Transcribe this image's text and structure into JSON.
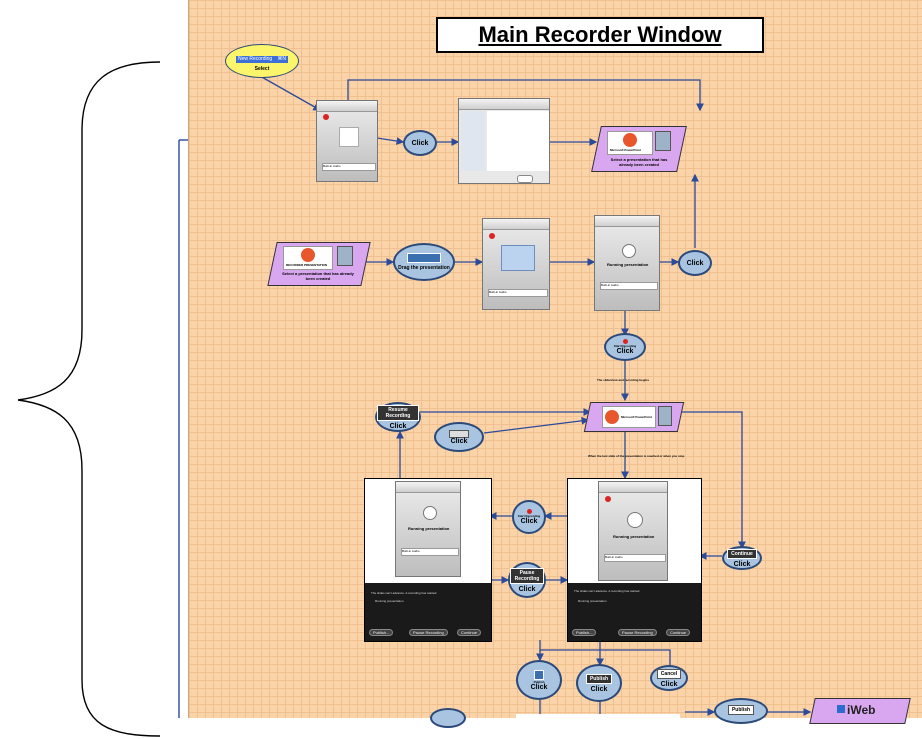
{
  "title": "Main Recorder Window",
  "start_ellipse": {
    "menu_label": "New Recording",
    "shortcut": "⌘N",
    "caption": "Select"
  },
  "click_label": "Click",
  "drag_label": "Drag the presentation",
  "select_presentation": "Select a presentation that has already been created",
  "running_presentation": "Running presentation",
  "ppt_label": "Microsoft PowerPoint",
  "recorder_ppt_label": "RECORDER PRESENTATION",
  "start_recording": "Start Recording",
  "pause_recording": "Pause Recording",
  "resume_recording": "Resume Recording",
  "continue": "Continue",
  "publish": "Publish",
  "cancel": "Cancel",
  "iweb": "iWeb",
  "note_started": "The slideshow and recording begins",
  "note_ends": "When the last slide of the presentation is reached or when you stop",
  "panel_message": "The slides can't advance. A recording has started.",
  "panel_buttons": [
    "Publish...",
    "Pause Recording",
    "Continue"
  ],
  "built_in_audio": "Built-in Audio",
  "icon_names": [
    "ppt-logo-icon",
    "record-icon",
    "finder-icon"
  ]
}
